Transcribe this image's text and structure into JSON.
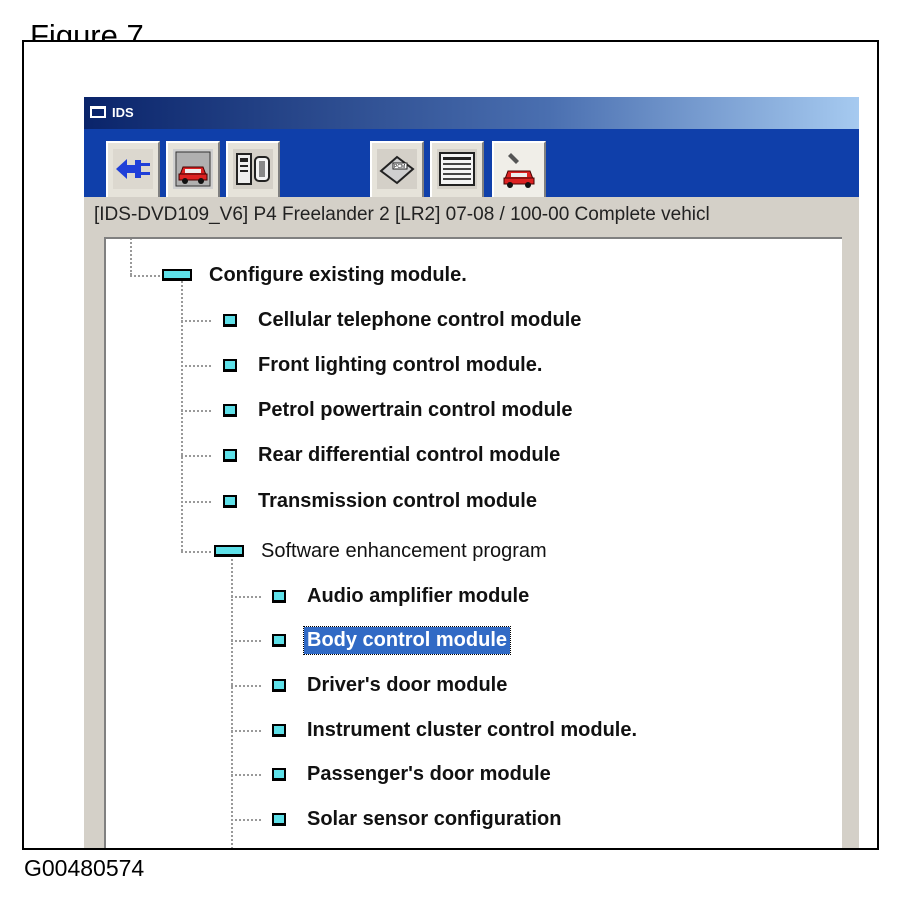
{
  "figure_label": "Figure 7",
  "code_label": "G00480574",
  "window": {
    "title": "IDS",
    "toolbar": [
      {
        "name": "connect-icon"
      },
      {
        "name": "vehicle-icon"
      },
      {
        "name": "datalogger-icon"
      },
      {
        "name": "module-icon"
      },
      {
        "name": "recorder-icon"
      },
      {
        "name": "vehicle-repair-icon"
      }
    ],
    "path": "[IDS-DVD109_V6] P4   Freelander 2 [LR2] 07-08 / 100-00 Complete vehicl"
  },
  "tree": {
    "root": "Configure existing module.",
    "modules": [
      "Cellular telephone control module",
      "Front lighting control module.",
      "Petrol powertrain control module",
      "Rear differential control module",
      "Transmission control module"
    ],
    "software_group": "Software enhancement program",
    "software_items": [
      "Audio amplifier module",
      "Body control module",
      "Driver's door module",
      "Instrument cluster control module.",
      "Passenger's door module",
      "Solar sensor configuration"
    ],
    "selected": "Body control module"
  },
  "colors": {
    "toolbar_bg": "#0f3faa",
    "selection_bg": "#316ac5",
    "node_icon": "#5ee0e8"
  }
}
